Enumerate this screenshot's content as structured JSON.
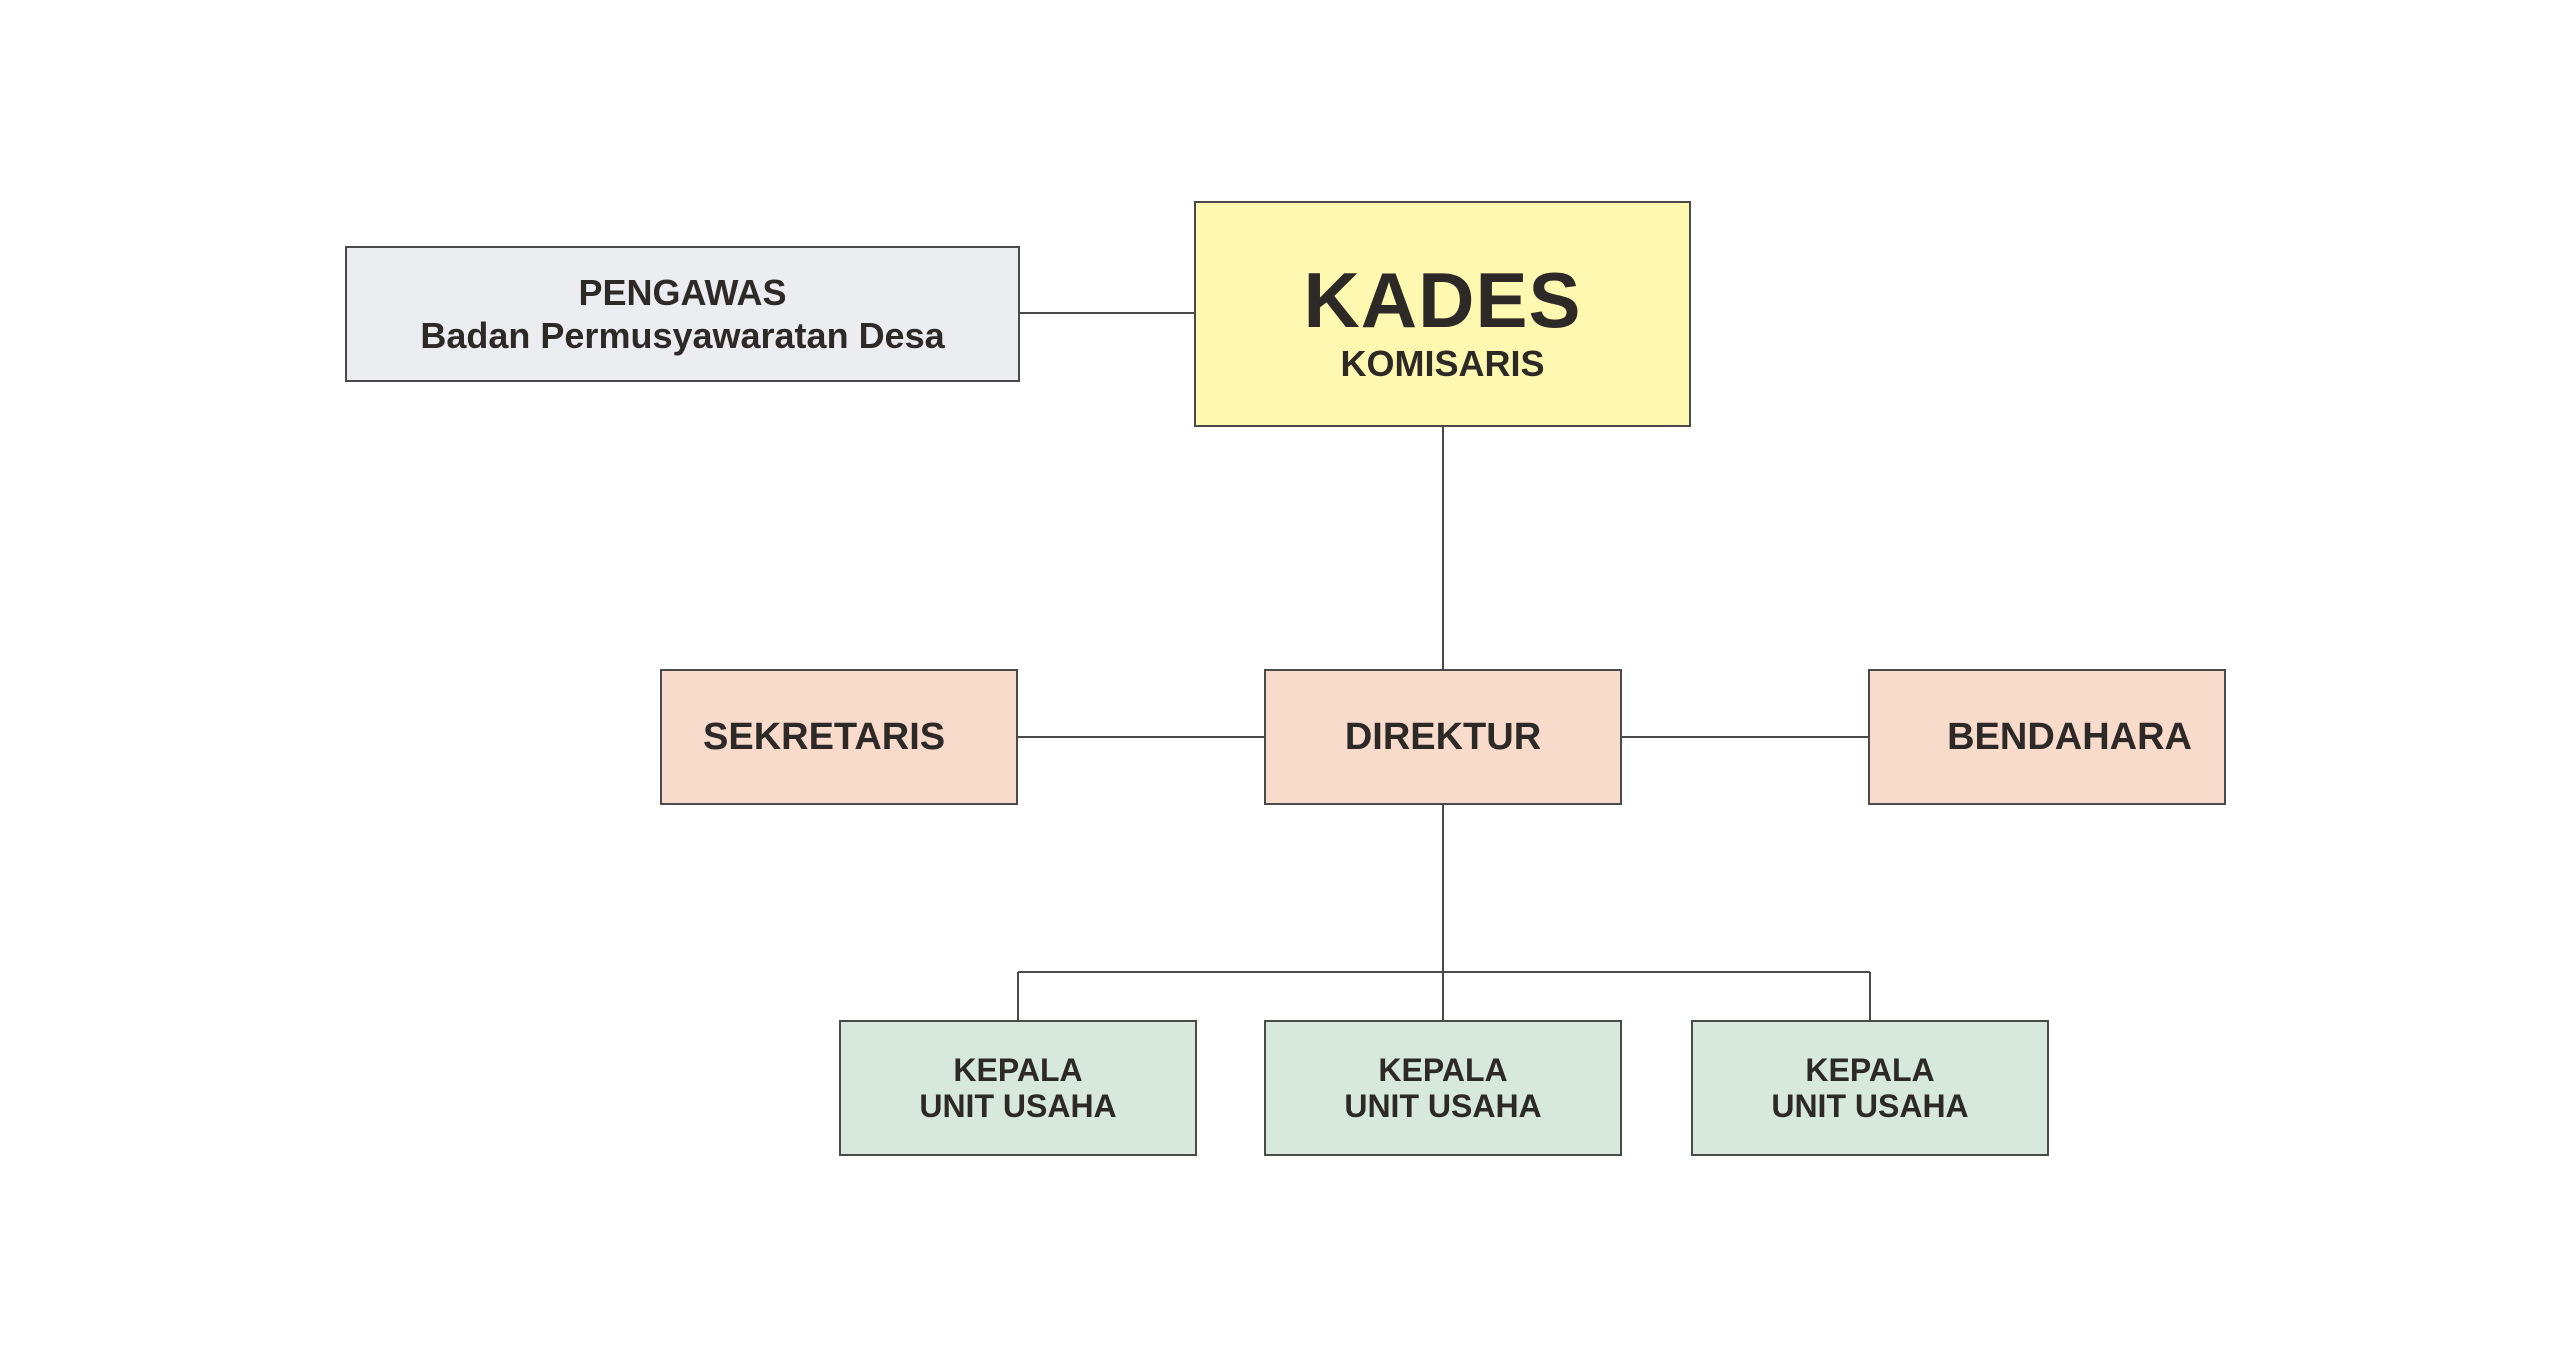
{
  "colors": {
    "pengawas_fill": "#ecedf0",
    "kades_fill": "#fff8b0",
    "staff_fill": "#f9dbcc",
    "unit_fill": "#d7e9dc",
    "border": "#4a4a4a",
    "text": "#2d2926",
    "connector": "#4a4a4a"
  },
  "pengawas": {
    "line1": "PENGAWAS",
    "line2": "Badan Permusyawaratan Desa"
  },
  "kades": {
    "title": "KADES",
    "subtitle": "KOMISARIS"
  },
  "sekretaris": {
    "label": "SEKRETARIS"
  },
  "direktur": {
    "label": "DIREKTUR"
  },
  "bendahara": {
    "label": "BENDAHARA"
  },
  "units": [
    {
      "line1": "KEPALA",
      "line2": "UNIT USAHA"
    },
    {
      "line1": "KEPALA",
      "line2": "UNIT USAHA"
    },
    {
      "line1": "KEPALA",
      "line2": "UNIT USAHA"
    }
  ]
}
